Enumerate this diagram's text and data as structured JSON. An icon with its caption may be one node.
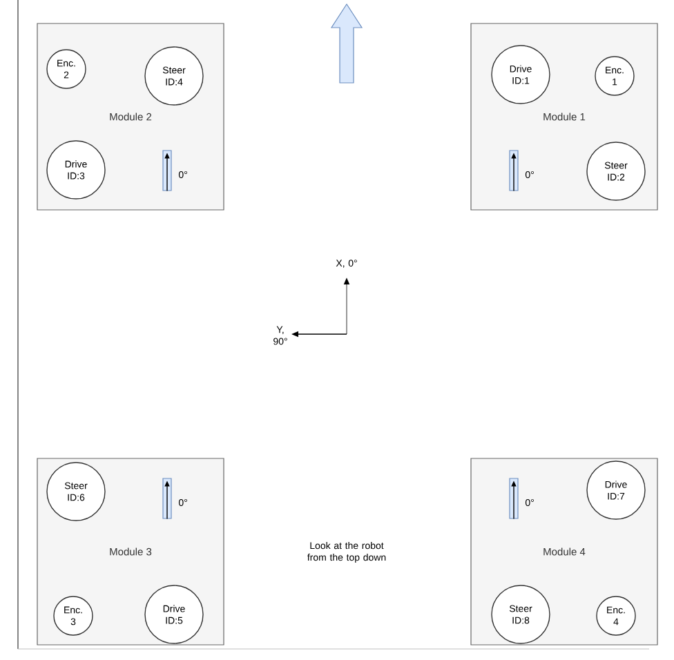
{
  "diagram": {
    "nodes": [
      {
        "text": [
          "Module 2"
        ]
      },
      {
        "text": [
          "Enc. 2"
        ],
        "in": 0
      },
      {
        "text": [
          "Steer ID:4"
        ],
        "in": 0
      },
      {
        "text": [
          "Drive ID:3"
        ],
        "in": 0
      },
      {
        "text": [],
        "shape": "box",
        "beside": [
          "0°"
        ],
        "in": 0
      },
      {
        "text": [
          "Module 1"
        ]
      },
      {
        "text": [
          "Drive ID:1"
        ],
        "in": 5
      },
      {
        "text": [
          "Enc. 1"
        ],
        "in": 5
      },
      {
        "text": [],
        "shape": "box",
        "beside": [
          "0°"
        ],
        "in": 5
      },
      {
        "text": [
          "Steer ID:2"
        ],
        "in": 5
      },
      {
        "text": [
          "Module 3"
        ]
      },
      {
        "text": [
          "Steer ID:6"
        ],
        "in": 10
      },
      {
        "text": [],
        "shape": "box",
        "beside": [
          "0°"
        ],
        "in": 10
      },
      {
        "text": [
          "Enc. 3"
        ],
        "in": 10
      },
      {
        "text": [
          "Drive ID:5"
        ],
        "in": 10
      },
      {
        "text": [
          "Module 4"
        ]
      },
      {
        "text": [],
        "shape": "box",
        "beside": [
          "0°"
        ],
        "in": 15
      },
      {
        "text": [
          "Drive ID:7"
        ],
        "in": 15
      },
      {
        "text": [
          "Steer ID:8"
        ],
        "in": 15
      },
      {
        "text": [
          "Enc. 4"
        ],
        "in": 15
      }
    ],
    "labels": [
      "X, 0°",
      "Y, 90°",
      "Look at the robot from the top down"
    ]
  }
}
